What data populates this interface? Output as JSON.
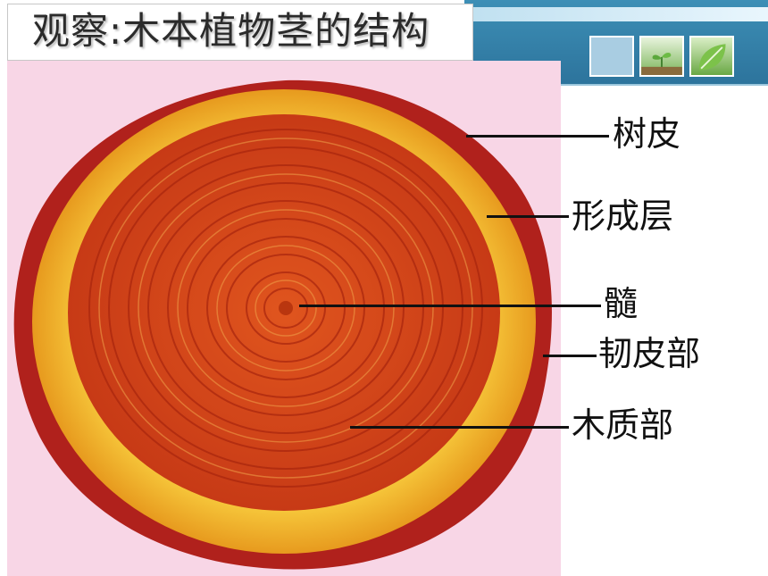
{
  "title": "观察:木本植物茎的结构",
  "labels": {
    "bark": "树皮",
    "cambium": "形成层",
    "pith": "髓",
    "phloem": "韧皮部",
    "xylem": "木质部"
  },
  "colors": {
    "banner": "#2a6f98",
    "panel": "#f8d6e6",
    "bark": "#b0211c",
    "sapwood": "#f3c234",
    "heartwood": "#d9461c"
  }
}
